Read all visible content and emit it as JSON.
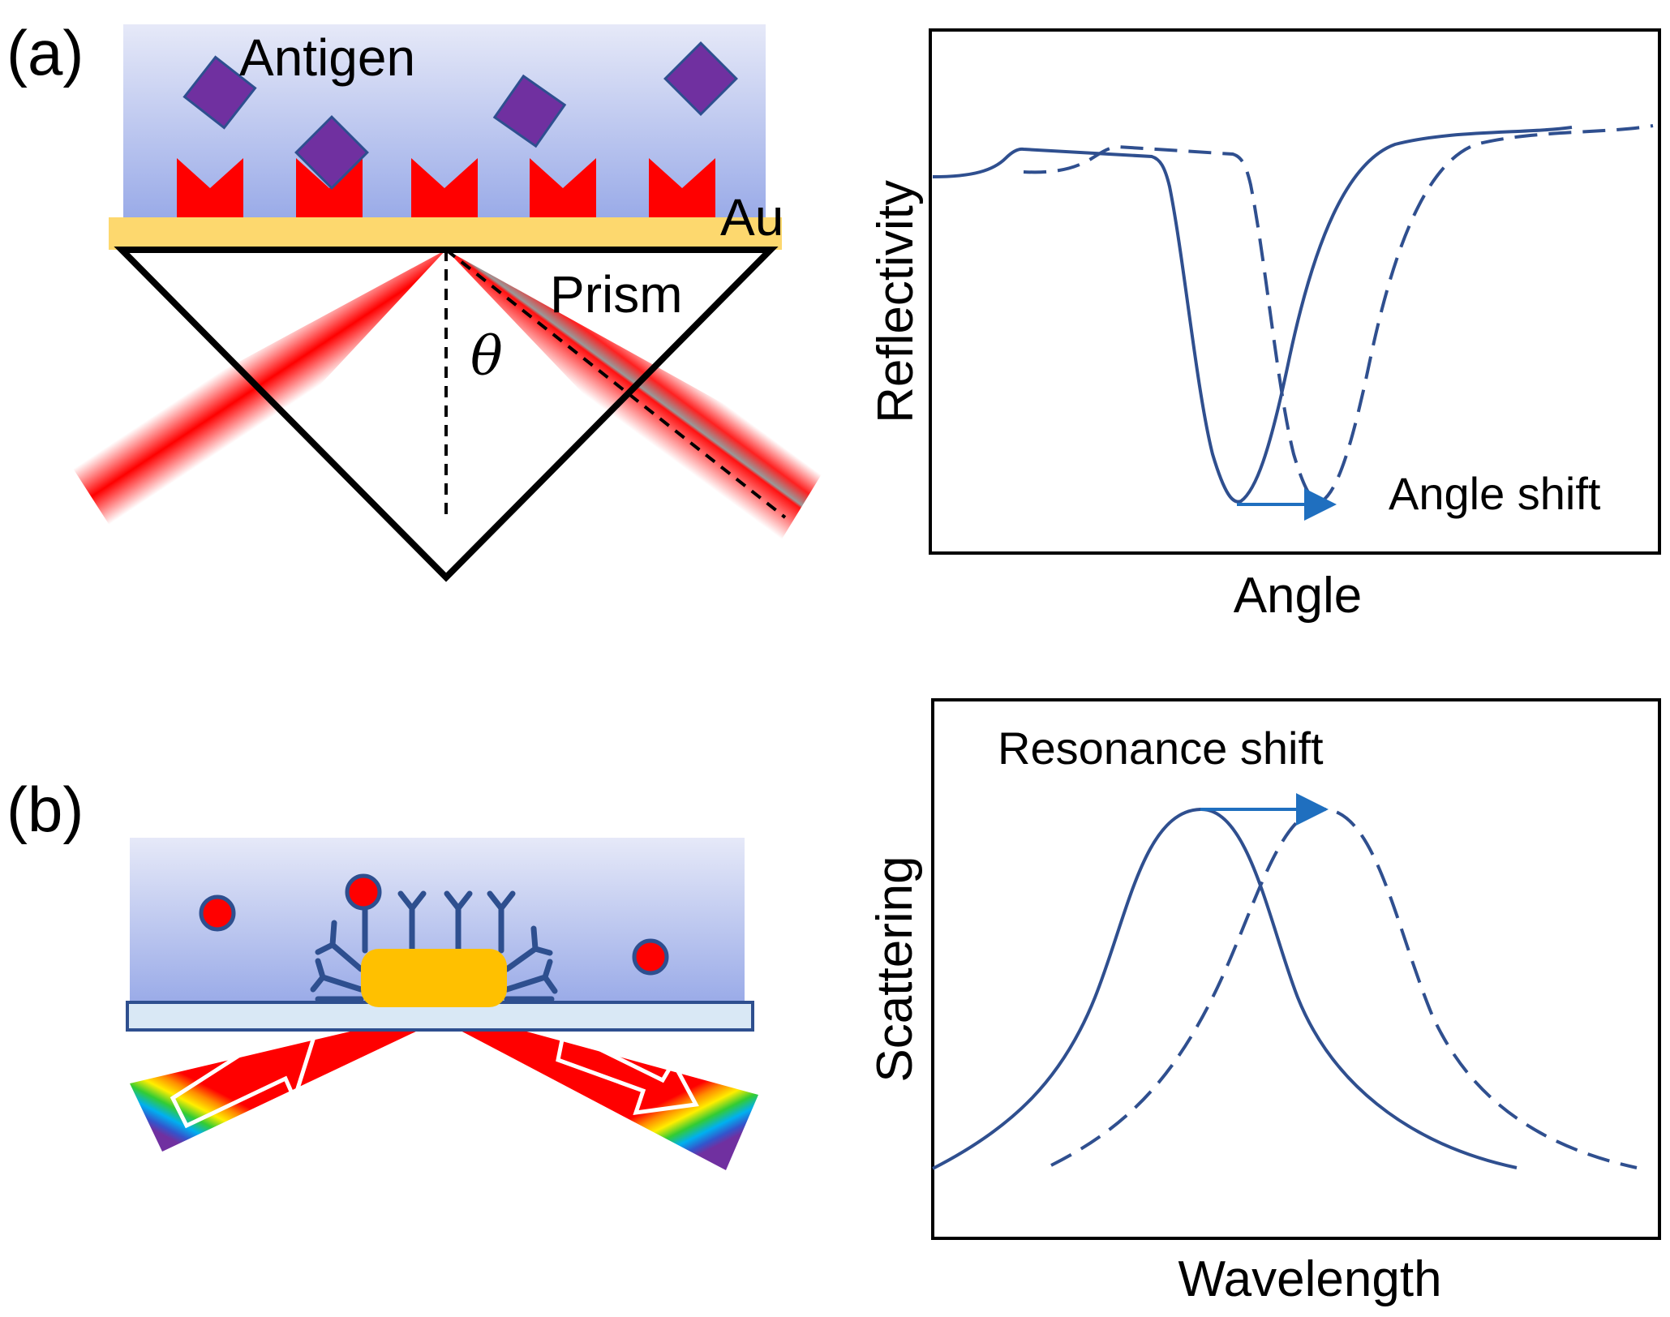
{
  "panels": {
    "a_label": "(a)",
    "b_label": "(b)"
  },
  "panel_a": {
    "antigen_label": "Antigen",
    "gold_label": "Au",
    "prism_label": "Prism",
    "angle_symbol": "θ"
  },
  "plot_a": {
    "ylabel": "Reflectivity",
    "xlabel": "Angle",
    "annotation": "Angle shift"
  },
  "plot_b": {
    "ylabel": "Scattering",
    "xlabel": "Wavelength",
    "annotation": "Resonance shift"
  },
  "colors": {
    "medium_top": "#e4e8f8",
    "medium_bottom": "#9fb0e8",
    "gold": "#fdd86e",
    "receptor": "#ff0000",
    "antigen": "#7030a0",
    "curve": "#2f4f8f",
    "arrow": "#1f6fbf",
    "nanoparticle": "#ffc000",
    "glass": "#d9e8f5"
  }
}
